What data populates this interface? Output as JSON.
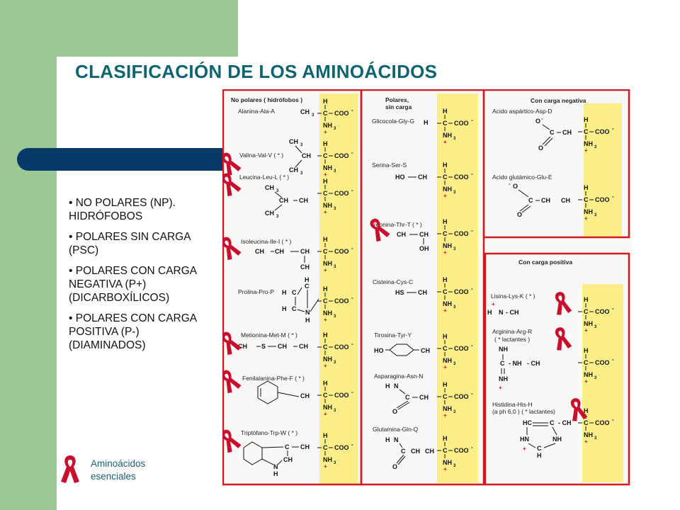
{
  "title": "CLASIFICACIÓN DE LOS AMINOÁCIDOS",
  "bullets": [
    "• NO POLARES (NP). HIDRÓFOBOS",
    "• POLARES SIN CARGA (PSC)",
    "• POLARES CON CARGA NEGATIVA (P+) (DICARBOXÍLICOS)",
    "• POLARES CON CARGA POSITIVA (P-) (DIAMINADOS)"
  ],
  "legend": {
    "line1": "Aminoácidos",
    "line2": "esenciales"
  },
  "figure": {
    "headers": {
      "nonpolar": "No polares ( hidrófobos )",
      "polar_l1": "Polares,",
      "polar_l2": "sin carga",
      "negative": "Con carga negativa",
      "positive": "Con carga positiva"
    },
    "backbone": {
      "h": "H",
      "c": "C",
      "coo": "COO",
      "nh": "NH",
      "sub3": "3",
      "plus": "+",
      "minus": "-"
    },
    "amino_acids": [
      "Alanina-Ala-A",
      "Valina-Val-V ( * )",
      "Leucina-Leu-L ( * )",
      "Isoleucina-Ile-I ( * )",
      "Prolina-Pro-P",
      "Metionina-Met-M ( * )",
      "Fenilalanina-Phe-F ( * )",
      "Triptófano-Trp-W ( * )",
      "Glicocola-Gly-G",
      "Serina-Ser-S",
      "Treonina-Thr-T ( * )",
      "Cisteina-Cys-C",
      "Tirosina-Tyr-Y",
      "Asparagina-Asn-N",
      "Glutamina-Gln-Q",
      "Acido aspártico-Asp-D",
      "Acido glutámico-Glu-E",
      "Lisina-Lys-K ( * )",
      "Arginina-Arg-R",
      "( * lactantes )",
      "Histidina-His-H",
      "(a ph 6,0 ) ( * lactantes)"
    ],
    "side_chains": {
      "ala": "CH",
      "val_top": "CH",
      "val_mid": "CH",
      "val_bot": "CH",
      "leu_top": "CH",
      "leu_mid": "CH",
      "leu_ch2": "CH",
      "leu_bot": "CH",
      "ile_a": "CH",
      "ile_b": "CH",
      "ile_c": "CH",
      "ile_d": "CH",
      "pro_h2c_a": "H",
      "pro_c_a": "C",
      "pro_h2c_b": "H",
      "pro_c_b": "C",
      "pro_h2_top": "H",
      "pro_c_top": "C",
      "pro_n": "N",
      "pro_h": "H",
      "met_ch3": "CH",
      "met_s": "S",
      "met_ch2a": "CH",
      "met_ch2b": "CH",
      "phe_ch2": "CH",
      "trp_c": "C",
      "trp_ch": "CH",
      "trp_ch2": "CH",
      "trp_n": "N",
      "trp_h": "H",
      "gly_h": "H",
      "ser_ho": "HO",
      "ser_ch2": "CH",
      "thr_ch3": "CH",
      "thr_ch": "CH",
      "thr_oh": "OH",
      "cys_hs": "HS",
      "cys_ch2": "CH",
      "tyr_ho": "HO",
      "tyr_ch2": "CH",
      "asn_h2n": "H",
      "asn_n": "N",
      "asn_c": "C",
      "asn_ch2": "CH",
      "asn_o": "O",
      "gln_h2n": "H",
      "gln_n": "N",
      "gln_c": "C",
      "gln_ch2a": "CH",
      "gln_ch2b": "CH",
      "gln_o": "O",
      "asp_o": "O",
      "asp_c": "C",
      "asp_ch2": "CH",
      "asp_o2": "O",
      "glu_o": "O",
      "glu_c": "C",
      "glu_ch2a": "CH",
      "glu_ch2b": "CH",
      "glu_o2": "O",
      "lys_h3n": "H",
      "lys_n": "N",
      "lys_chain": "- CH",
      "arg_nh2": "NH",
      "arg_c": "C",
      "arg_nh": "- NH",
      "arg_ch2": "- CH",
      "arg_nh2b": "NH",
      "his_hc": "HC",
      "his_c": "C",
      "his_ch2": "- CH",
      "his_hn": "HN",
      "his_nh": "NH",
      "his_c2": "C",
      "his_h": "H"
    }
  },
  "colors": {
    "green": "#9cc894",
    "navy": "#073a66",
    "title": "#0f6470",
    "frame": "#d21a1f",
    "yellow_band": "#fcef8a",
    "ribbon": "#c8102e",
    "legend_text": "#1a5f79"
  },
  "icons": {
    "ribbon": "red-ribbon-icon"
  }
}
